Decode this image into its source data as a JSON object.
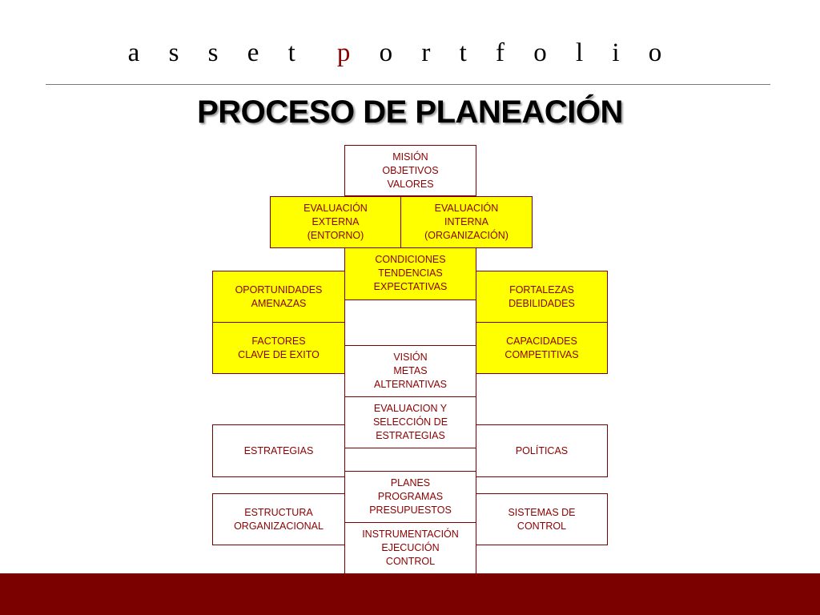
{
  "header": {
    "brand_part1": "a s s e t",
    "brand_accent": "p",
    "brand_part2": "o r t f o l i o",
    "title": "PROCESO DE PLANEACIÓN"
  },
  "diagram": {
    "mision": "MISIÓN\nOBJETIVOS\nVALORES",
    "eval_externa": "EVALUACIÓN\nEXTERNA\n(ENTORNO)",
    "eval_interna": "EVALUACIÓN\nINTERNA\n(ORGANIZACIÓN)",
    "condiciones": "CONDICIONES\nTENDENCIAS\nEXPECTATIVAS",
    "oportunidades": "OPORTUNIDADES\nAMENAZAS",
    "fortalezas": "FORTALEZAS\nDEBILIDADES",
    "factores": "FACTORES\nCLAVE DE EXITO",
    "capacidades": "CAPACIDADES\nCOMPETITIVAS",
    "vision": "VISIÓN\nMETAS\nALTERNATIVAS",
    "evaluacion_seleccion": "EVALUACION Y\nSELECCIÓN DE\nESTRATEGIAS",
    "estrategias": "ESTRATEGIAS",
    "politicas": "POLÍTICAS",
    "planes": "PLANES\nPROGRAMAS\nPRESUPUESTOS",
    "estructura": "ESTRUCTURA\nORGANIZACIONAL",
    "sistemas": "SISTEMAS DE\nCONTROL",
    "instrumentacion": "INSTRUMENTACIÓN\nEJECUCIÓN\nCONTROL"
  },
  "colors": {
    "accent": "#8b0000",
    "box_yellow": "#ffff00",
    "footer_bar": "#7b0000"
  }
}
